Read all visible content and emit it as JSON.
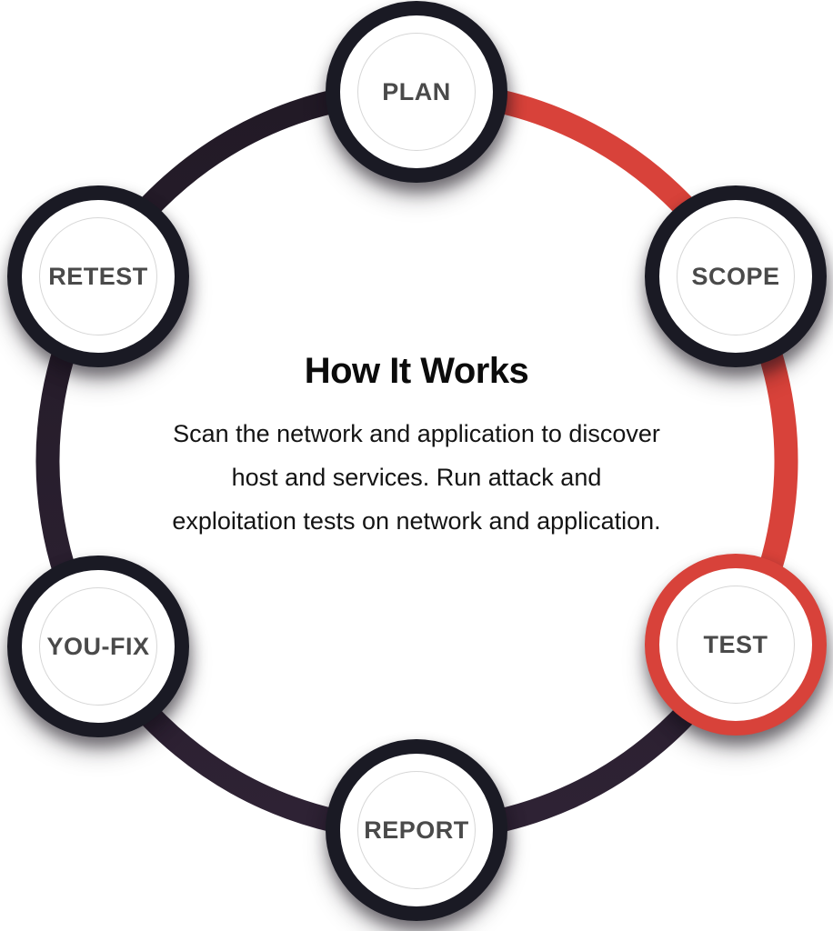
{
  "diagram": {
    "title": "How It Works",
    "description": "Scan the network and application to discover host and services. Run attack and exploitation tests on network and application.",
    "steps": [
      {
        "label": "PLAN",
        "highlighted": false
      },
      {
        "label": "SCOPE",
        "highlighted": false
      },
      {
        "label": "TEST",
        "highlighted": true
      },
      {
        "label": "REPORT",
        "highlighted": false
      },
      {
        "label": "YOU-FIX",
        "highlighted": false
      },
      {
        "label": "RETEST",
        "highlighted": false
      }
    ],
    "progress_arc": {
      "from_step": "PLAN",
      "through_step": "SCOPE",
      "to_step": "TEST"
    },
    "colors": {
      "accent_red": "#d8423a",
      "ring_dark_top": "#221a26",
      "ring_dark_bottom": "#2e2234",
      "node_border_dark": "#1a1a24",
      "label_text": "#4a4a4a",
      "heading_text": "#0b0b0b"
    }
  }
}
